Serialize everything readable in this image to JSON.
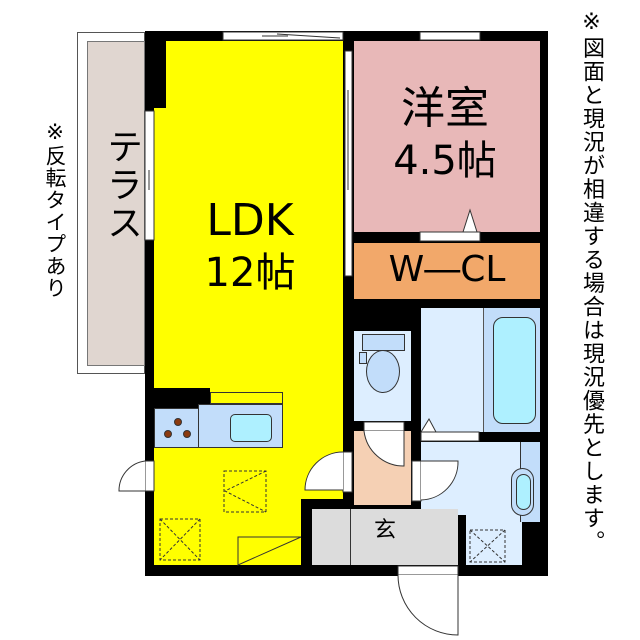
{
  "rooms": {
    "terrace": {
      "label": "テラス",
      "color": "#e0d6d0"
    },
    "ldk": {
      "label": "LDK",
      "size": "12帖",
      "color": "#ffff00"
    },
    "western_room": {
      "label": "洋室",
      "size": "4.5帖",
      "color": "#e8b8b8"
    },
    "walk_in_closet": {
      "label": "W―CL",
      "color": "#f2a86a"
    },
    "entrance": {
      "label": "玄",
      "color": "#dcdcdc"
    },
    "hallway": {
      "color": "#f5d0b4"
    },
    "toilet": {
      "color": "#ddeeff"
    },
    "bathroom": {
      "color": "#ddeeff"
    },
    "washroom": {
      "color": "#ddeeff"
    }
  },
  "notes": {
    "reverse_type": "※反転タイプあり",
    "disclaimer": "※図面と現況が相違する場合は現況優先とします。"
  },
  "colors": {
    "fixture_blue": "#c2ddfa",
    "fixture_cyan": "#aef0ff",
    "burner": "#8b3a0f"
  }
}
